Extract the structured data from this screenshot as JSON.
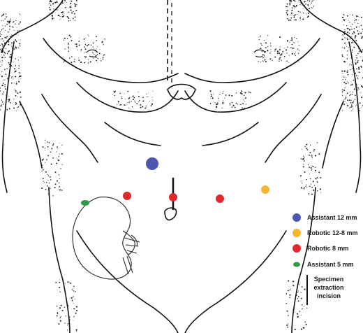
{
  "colors": {
    "assistant_12": "#4a56b0",
    "robotic_12_8": "#f2b630",
    "robotic_8": "#e0282e",
    "assistant_5": "#2f9a46",
    "incision": "#111111",
    "outline": "#111111"
  },
  "legend": {
    "assistant_12": "Assistant 12 mm",
    "robotic_12_8": "Robotic 12-8 mm",
    "robotic_8": "Robotic 8 mm",
    "assistant_5": "Assistant 5 mm",
    "specimen_line1": "Specimen",
    "specimen_line2": "extraction",
    "specimen_line3": "incision"
  },
  "ports": [
    {
      "type": "assistant_12",
      "name": "port-assistant-12mm"
    },
    {
      "type": "robotic_12_8",
      "name": "port-robotic-12-8mm"
    },
    {
      "type": "robotic_8",
      "name": "port-robotic-8mm-left"
    },
    {
      "type": "robotic_8",
      "name": "port-robotic-8mm-center"
    },
    {
      "type": "robotic_8",
      "name": "port-robotic-8mm-right"
    },
    {
      "type": "assistant_5",
      "name": "port-assistant-5mm"
    }
  ]
}
